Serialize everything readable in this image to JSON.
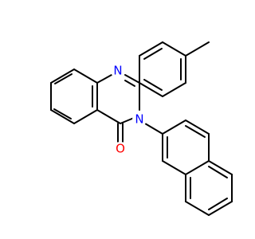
{
  "molecule": {
    "atoms": [
      {
        "label": "N",
        "color": "#0000ff"
      },
      {
        "label": "N",
        "color": "#0000ff"
      },
      {
        "label": "O",
        "color": "#ff0000"
      }
    ]
  }
}
